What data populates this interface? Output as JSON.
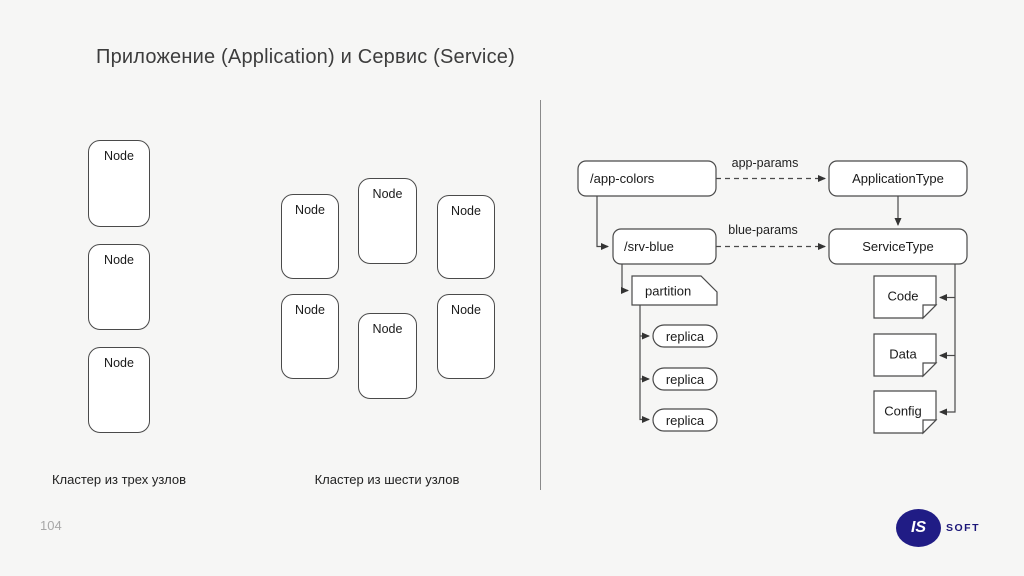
{
  "slide": {
    "title": "Приложение (Application) и Сервис (Service)",
    "page_number": "104"
  },
  "clusters": {
    "node_label": "Node",
    "three": {
      "caption": "Кластер из трех узлов"
    },
    "six": {
      "caption": "Кластер из шести узлов"
    }
  },
  "diagram": {
    "app_topic": "/app-colors",
    "srv_topic": "/srv-blue",
    "application_type": "ApplicationType",
    "service_type": "ServiceType",
    "app_params_label": "app-params",
    "blue_params_label": "blue-params",
    "partition_label": "partition",
    "replicas": [
      "replica",
      "replica",
      "replica"
    ],
    "documents": [
      "Code",
      "Data",
      "Config"
    ]
  },
  "logo": {
    "monogram": "IS",
    "name": "SOFT"
  },
  "colors": {
    "background": "#f6f6f5",
    "line": "#4a4a4a",
    "logo_navy": "#201c85"
  }
}
